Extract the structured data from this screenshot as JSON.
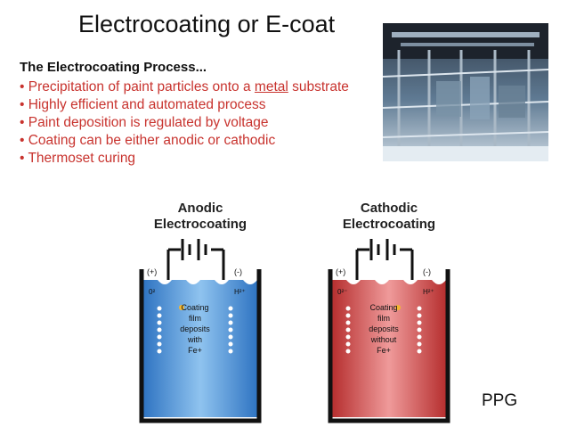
{
  "slide": {
    "title": "Electrocoating or E-coat",
    "subheading": "The Electrocoating Process...",
    "bullets": [
      {
        "prefix": "• Precipitation of paint particles  onto a ",
        "link": "metal",
        "suffix": " substrate"
      },
      {
        "text": "• Highly efficient and automated process"
      },
      {
        "text": "• Paint deposition is regulated by  voltage"
      },
      {
        "text": "• Coating can be either anodic or  cathodic"
      },
      {
        "text": "• Thermoset curing"
      }
    ],
    "brand": "PPG",
    "colors": {
      "bullet_text": "#c8332e",
      "anodic_liquid": "#3f8fd6",
      "cathodic_liquid": "#c63a3a"
    }
  },
  "diagrams": {
    "anodic": {
      "title_line1": "Anodic",
      "title_line2": "Electrocoating",
      "plus": "(+)",
      "minus": "(-)",
      "left_ion": "0²",
      "right_ion": "H²⁺",
      "caption": [
        "Coating",
        "film",
        "deposits",
        "with",
        "Fe+"
      ]
    },
    "cathodic": {
      "title_line1": "Cathodic",
      "title_line2": "Electrocoating",
      "plus": "(+)",
      "minus": "(-)",
      "left_ion": "0²⁻",
      "right_ion": "H²⁺",
      "caption": [
        "Coating",
        "film",
        "deposits",
        "without",
        "Fe+"
      ]
    }
  }
}
